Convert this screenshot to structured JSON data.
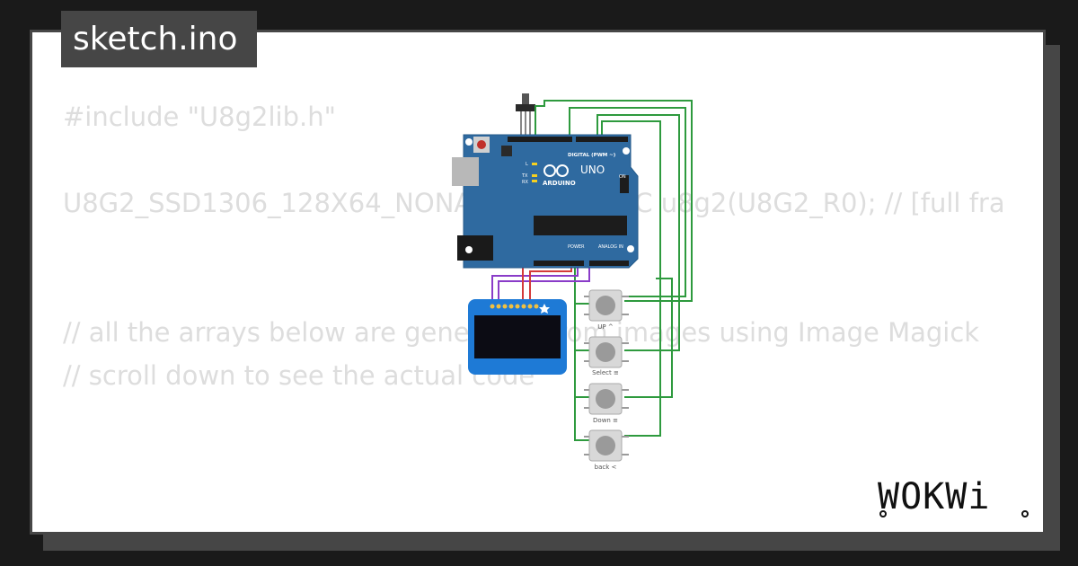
{
  "file": {
    "name": "sketch.ino"
  },
  "code_lines": [
    "#include \"U8g2lib.h\"",
    "",
    "U8G2_SSD1306_128X64_NONAME_F_HW_I2C u8g2(U8G2_R0); // [full fra",
    "",
    "",
    "// all the arrays below are generated from images using Image Magick",
    "// scroll down to see the actual code"
  ],
  "board": {
    "brand": "ARDUINO",
    "model": "UNO",
    "digital_header": "DIGITAL (PWM ~)",
    "power_header": "POWER",
    "analog_header": "ANALOG IN",
    "on_label": "ON",
    "l_label": "L",
    "tx_label": "TX",
    "rx_label": "RX"
  },
  "buttons": [
    {
      "label": "UP ^"
    },
    {
      "label": "Select ≡"
    },
    {
      "label": "Down ≡"
    },
    {
      "label": "back <"
    }
  ],
  "logo": {
    "text": "WOKWi"
  },
  "colors": {
    "board": "#2f6aa0",
    "board_edge": "#245a8a",
    "wire_green": "#2e9a3e",
    "wire_purple": "#8a3cc8",
    "wire_red": "#d43a3a",
    "button_body": "#d8d8d8",
    "button_cap": "#9a9a9a",
    "oled_board": "#1e7ad6",
    "oled_screen": "#0c0c14",
    "code_text": "#dddddd",
    "frame": "#464646"
  }
}
